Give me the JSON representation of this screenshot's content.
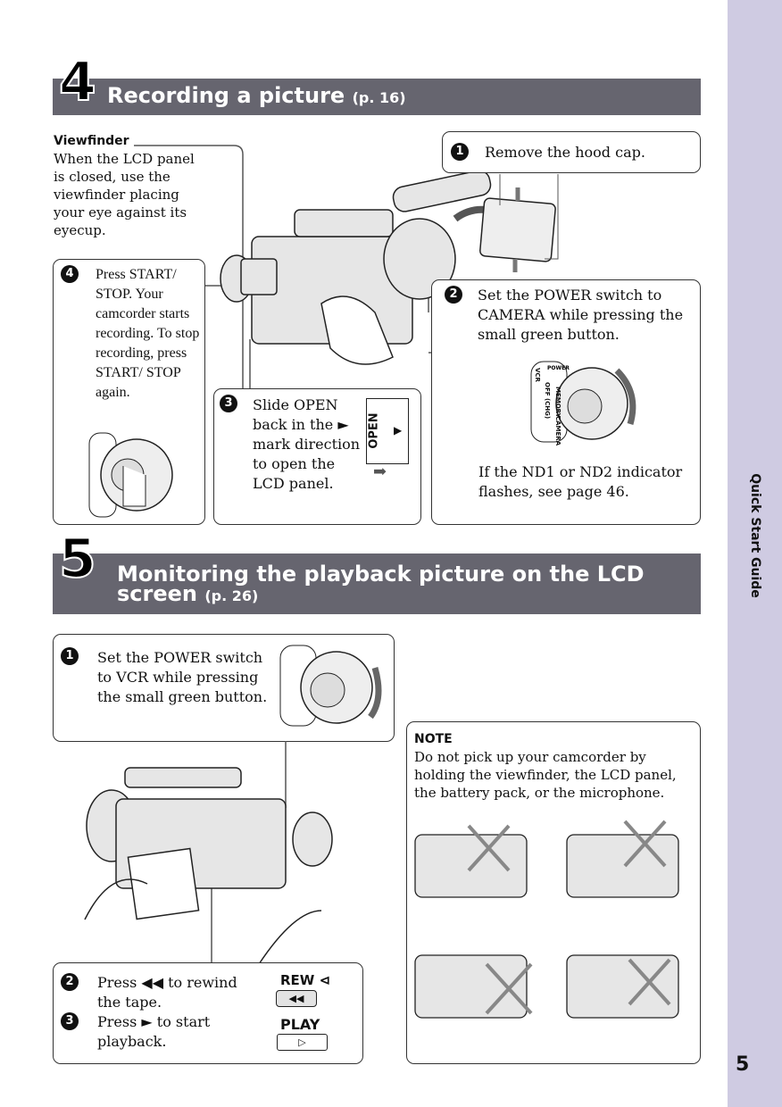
{
  "sidebar": {
    "label": "Quick Start Guide",
    "page_number": "5"
  },
  "section4": {
    "number": "4",
    "title": "Recording a picture",
    "page_ref": "(p. 16)",
    "viewfinder": {
      "heading": "Viewfinder",
      "text": "When the LCD panel is closed, use the viewfinder placing your eye against its eyecup."
    },
    "step1": {
      "num": "1",
      "text": "Remove the hood cap."
    },
    "step2": {
      "num": "2",
      "text": "Set the POWER switch to CAMERA while pressing the small green button.",
      "note": "If the ND1 or ND2 indicator flashes, see page 46."
    },
    "step3": {
      "num": "3",
      "text": "Slide OPEN back in the ► mark direction to open the LCD panel.",
      "switch_label": "OPEN"
    },
    "step4": {
      "num": "4",
      "text": "Press START/ STOP. Your camcorder starts recording. To stop recording, press START/ STOP again."
    },
    "dial": {
      "power": "POWER",
      "vcr": "VCR",
      "off": "OFF (CHG)",
      "memory": "MEMORY",
      "camera": "CAMERA"
    }
  },
  "section5": {
    "number": "5",
    "title_line1": "Monitoring the playback picture on the LCD",
    "title_line2": "screen",
    "page_ref": "(p. 26)",
    "step1": {
      "num": "1",
      "text": "Set the POWER switch to VCR while pressing the small green button."
    },
    "step2": {
      "num": "2",
      "text": "Press ◀◀ to rewind the tape."
    },
    "step3": {
      "num": "3",
      "text": "Press ► to start playback."
    },
    "rew_label": "REW",
    "play_label": "PLAY",
    "note": {
      "heading": "NOTE",
      "text": "Do not pick up your camcorder by holding the viewfinder, the LCD panel, the battery pack, or the microphone."
    }
  }
}
